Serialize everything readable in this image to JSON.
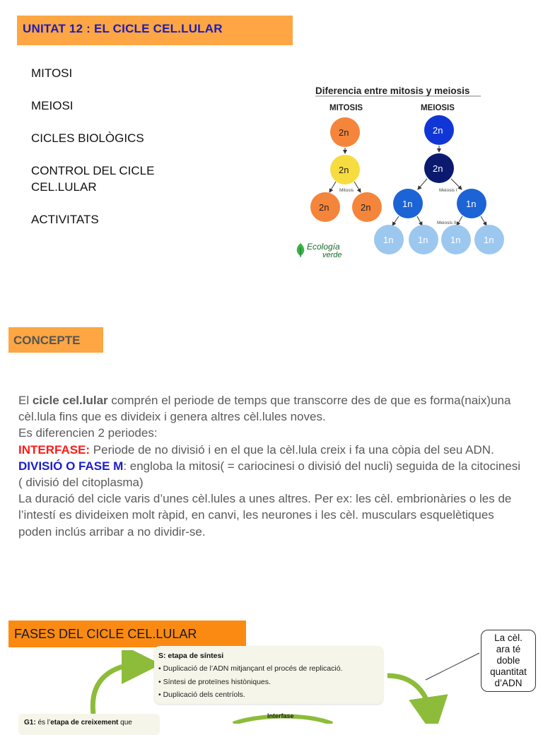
{
  "header": {
    "title": "UNITAT 12 : EL CICLE CEL.LULAR"
  },
  "menu": {
    "items": [
      {
        "label": "MITOSI"
      },
      {
        "label": "MEIOSI"
      },
      {
        "label": "CICLES BIOLÒGICS"
      },
      {
        "label": "CONTROL DEL CICLE\nCEL.LULAR"
      },
      {
        "label": "ACTIVITATS"
      }
    ]
  },
  "diagram": {
    "title": "Diferencia entre mitosis y meiosis",
    "mitosis_label": "MITOSIS",
    "meiosis_label": "MEIOSIS",
    "cell_2n": "2n",
    "cell_1n": "1n",
    "mitosis_small": "Mitosis",
    "meiosis_1_small": "Meiosis I",
    "meiosis_2_small": "Meiosis II",
    "logo_text_1": "Ecología",
    "logo_text_2": "verde",
    "colors": {
      "orange": "#f5853b",
      "yellow": "#f7dc3f",
      "blue_bright": "#1136d6",
      "navy": "#0b1a6e",
      "blue_mid": "#1c63d6",
      "blue_light": "#9cc8ef"
    }
  },
  "concepte": {
    "heading": "CONCEPTE",
    "p1_pre": "El ",
    "p1_bold": "cicle cel.lular",
    "p1_post": " comprén el periode de temps que transcorre des de que es forma(naix)una cèl.lula fins que es divideix i genera altres cèl.lules noves.",
    "p2": "Es diferencien 2 periodes:",
    "p3_label": "INTERFASE:",
    "p3_text": " Periode de no divisió i en el que la cèl.lula creix i  fa una còpia del seu ADN.",
    "p4_label": "DIVISIÓ O FASE M",
    "p4_text": ": engloba la mitosi( = cariocinesi o divisió del nucli) seguida de la citocinesi ( divisió del citoplasma)",
    "p5": "La duració del cicle varis d’unes cèl.lules a unes altres. Per ex: les cèl. embrionàries o les de l’intestí es divideixen molt ràpid, en canvi, les neurones i les cèl. musculars esquelètiques poden inclús arribar a no dividir-se."
  },
  "fases": {
    "heading": "FASES DEL CICLE CEL.LULAR",
    "s_title": "S: etapa de síntesi",
    "s_lines": [
      "• Duplicació de l’ADN mitjançant el procés de replicació.",
      "• Síntesi de proteïnes històniques.",
      "• Duplicació dels centríols."
    ],
    "callout": "La cèl.\nara té\ndoble\nquantitat\nd’ADN",
    "interfase_label": "Interfase",
    "g1_pre": "G1:",
    "g1_mid": " és l’",
    "g1_bold": "etapa de creixement",
    "g1_post": " que"
  }
}
